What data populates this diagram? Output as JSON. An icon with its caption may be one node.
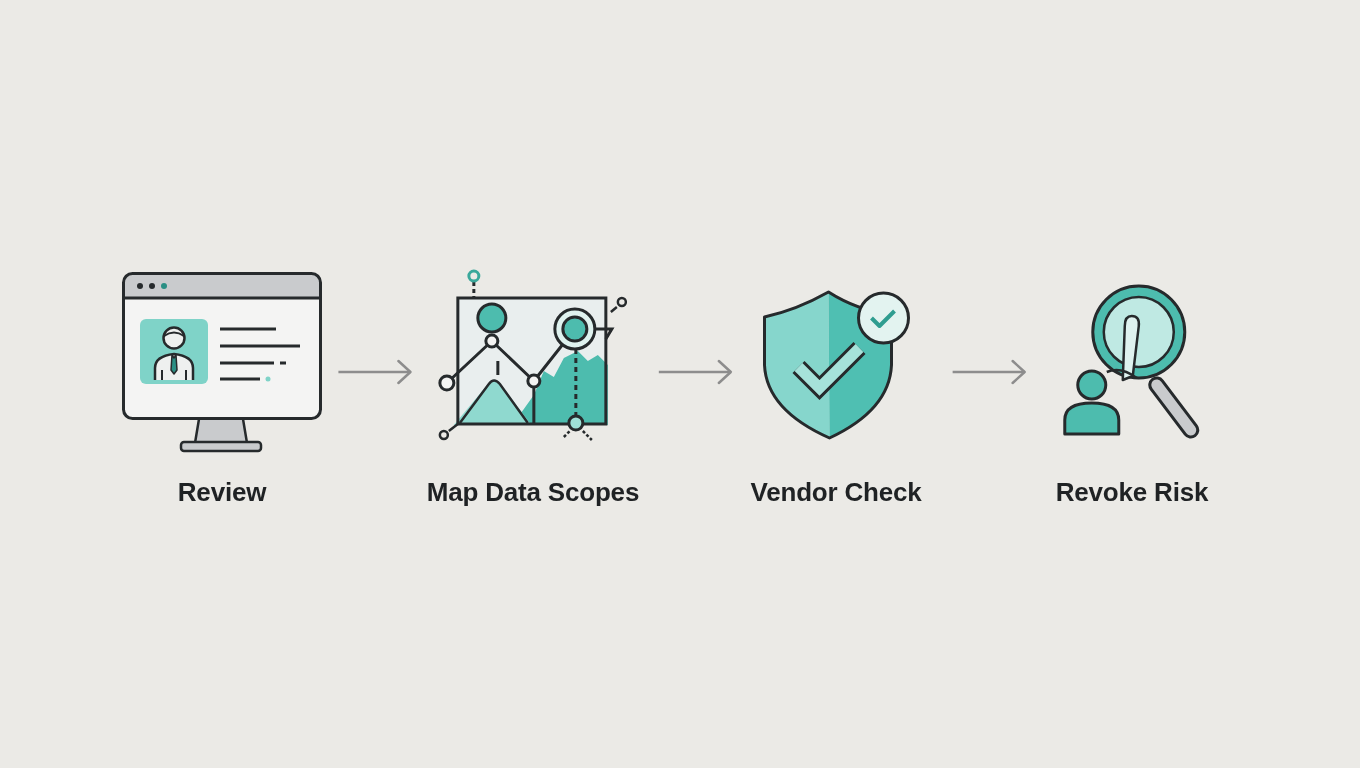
{
  "diagram": {
    "nodes": [
      {
        "text": [
          "Review"
        ]
      },
      {
        "text": [
          "Map Data Scopes"
        ]
      },
      {
        "text": [
          "Vendor Check"
        ]
      },
      {
        "text": [
          "Revoke Risk"
        ]
      }
    ],
    "edges": [
      {
        "from": 0,
        "to": 1,
        "arrow": "to"
      },
      {
        "from": 1,
        "to": 2,
        "arrow": "to"
      },
      {
        "from": 2,
        "to": 3,
        "arrow": "to"
      }
    ]
  }
}
